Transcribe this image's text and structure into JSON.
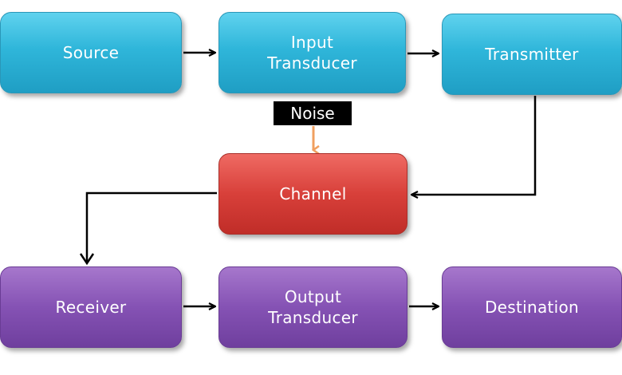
{
  "blocks": {
    "source": "Source",
    "input_transducer": "Input\nTransducer",
    "transmitter": "Transmitter",
    "channel": "Channel",
    "receiver": "Receiver",
    "output_transducer": "Output\nTransducer",
    "destination": "Destination"
  },
  "noise_label": "Noise",
  "colors": {
    "stage_top": "#2fb6da",
    "channel": "#d8403a",
    "stage_bottom": "#8552b4",
    "noise_arrow": "#f0a060",
    "connector": "#000000"
  }
}
